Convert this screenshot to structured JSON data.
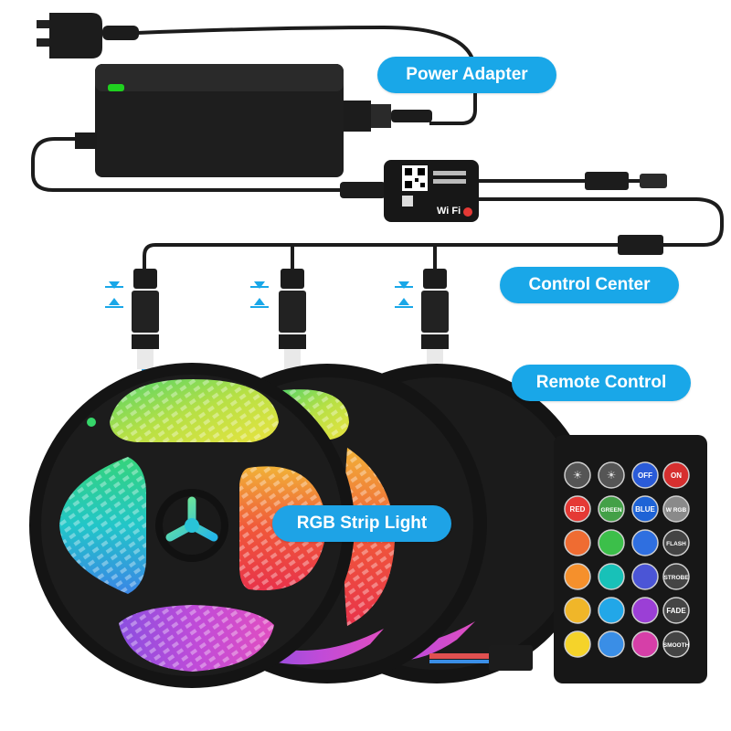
{
  "labels": {
    "power_adapter": "Power Adapter",
    "control_center": "Control Center",
    "remote_control": "Remote Control",
    "rgb_strip_light": "RGB Strip Light"
  },
  "controller": {
    "wifi_text": "Wi Fi"
  },
  "remote": {
    "row1": [
      "",
      "",
      "OFF",
      "ON"
    ],
    "row2": [
      "RED",
      "GREEN",
      "BLUE",
      "W RGB"
    ],
    "row3_mode": "FLASH",
    "row4_mode": "STROBE",
    "row5_mode": "FADE",
    "row6_mode": "SMOOTH",
    "colors": {
      "row2": [
        "#e53935",
        "#43a047",
        "#1e63d6"
      ],
      "row3": [
        "#ef6c32",
        "#3cbf4a",
        "#2f6fe0"
      ],
      "row4": [
        "#f5902c",
        "#18c1b8",
        "#4b55d6"
      ],
      "row5": [
        "#f0b629",
        "#22a7e8",
        "#9b3fd6"
      ],
      "row6": [
        "#f5d32a",
        "#3a8ee6",
        "#d63fa8"
      ]
    }
  },
  "palette": {
    "accent": "#19a7e8",
    "led_green": "#1fd11f",
    "device_black": "#1b1b1b"
  }
}
